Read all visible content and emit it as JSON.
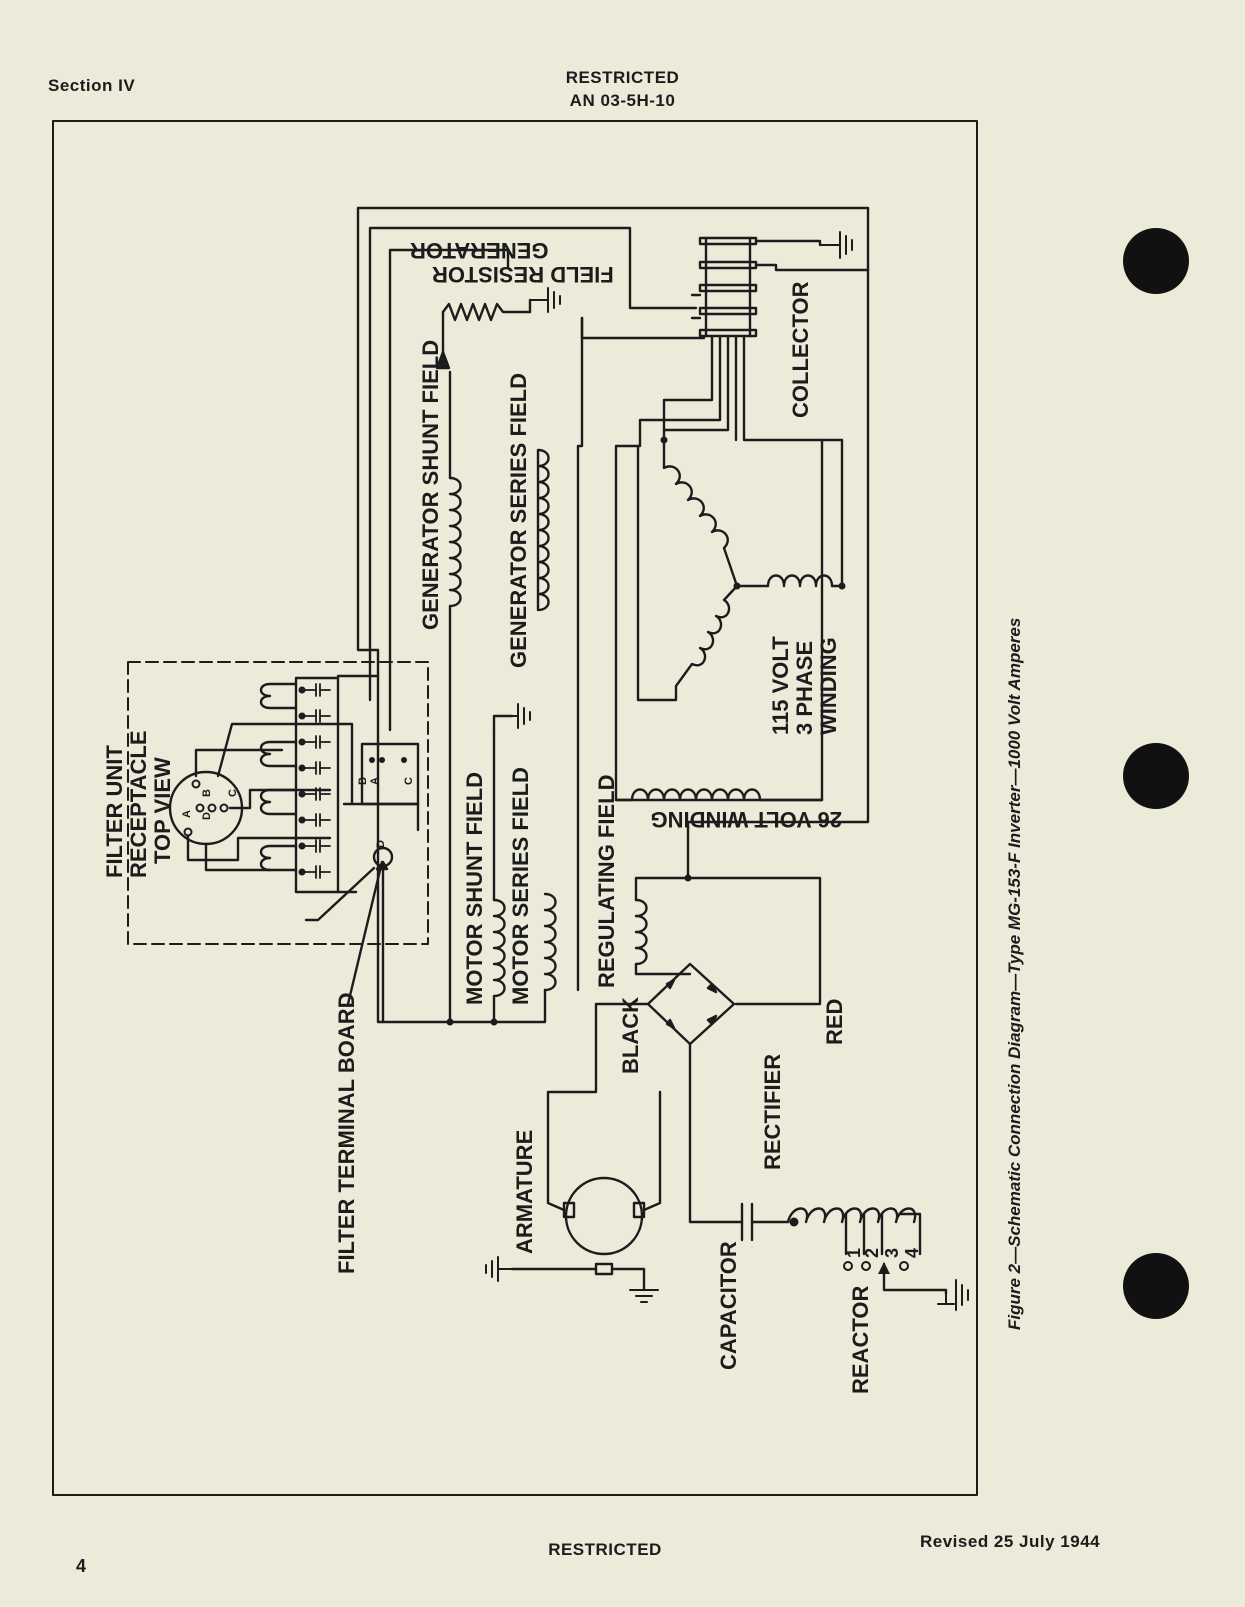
{
  "header": {
    "section": "Section IV",
    "classification": "RESTRICTED",
    "doc_number": "AN 03-5H-10"
  },
  "footer": {
    "page_number": "4",
    "classification": "RESTRICTED",
    "revised": "Revised 25 July 1944"
  },
  "figure": {
    "caption": "Figure 2—Schematic Connection Diagram—Type MG-153-F Inverter—1000 Volt Amperes",
    "labels": {
      "generator_field_resistor_1": "GENERATOR",
      "generator_field_resistor_2": "FIELD RESISTOR",
      "collector": "COLLECTOR",
      "generator_shunt_field": "GENERATOR SHUNT FIELD",
      "generator_series_field": "GENERATOR SERIES FIELD",
      "three_phase_1": "115 VOLT",
      "three_phase_2": "3 PHASE",
      "three_phase_3": "WINDING",
      "twentysix_volt_winding": "26 VOLT WINDING",
      "filter_unit_1": "FILTER UNIT",
      "filter_unit_2": "RECEPTACLE",
      "filter_unit_3": "TOP VIEW",
      "motor_shunt_field": "MOTOR SHUNT FIELD",
      "motor_series_field": "MOTOR SERIES FIELD",
      "regulating_field": "REGULATING FIELD",
      "black": "BLACK",
      "red": "RED",
      "rectifier": "RECTIFIER",
      "armature": "ARMATURE",
      "filter_terminal_board": "FILTER TERMINAL BOARD",
      "capacitor": "CAPACITOR",
      "reactor": "REACTOR"
    },
    "pin_letters": [
      "A",
      "B",
      "C",
      "D"
    ],
    "reactor_taps": [
      "1",
      "2",
      "3",
      "4"
    ]
  }
}
